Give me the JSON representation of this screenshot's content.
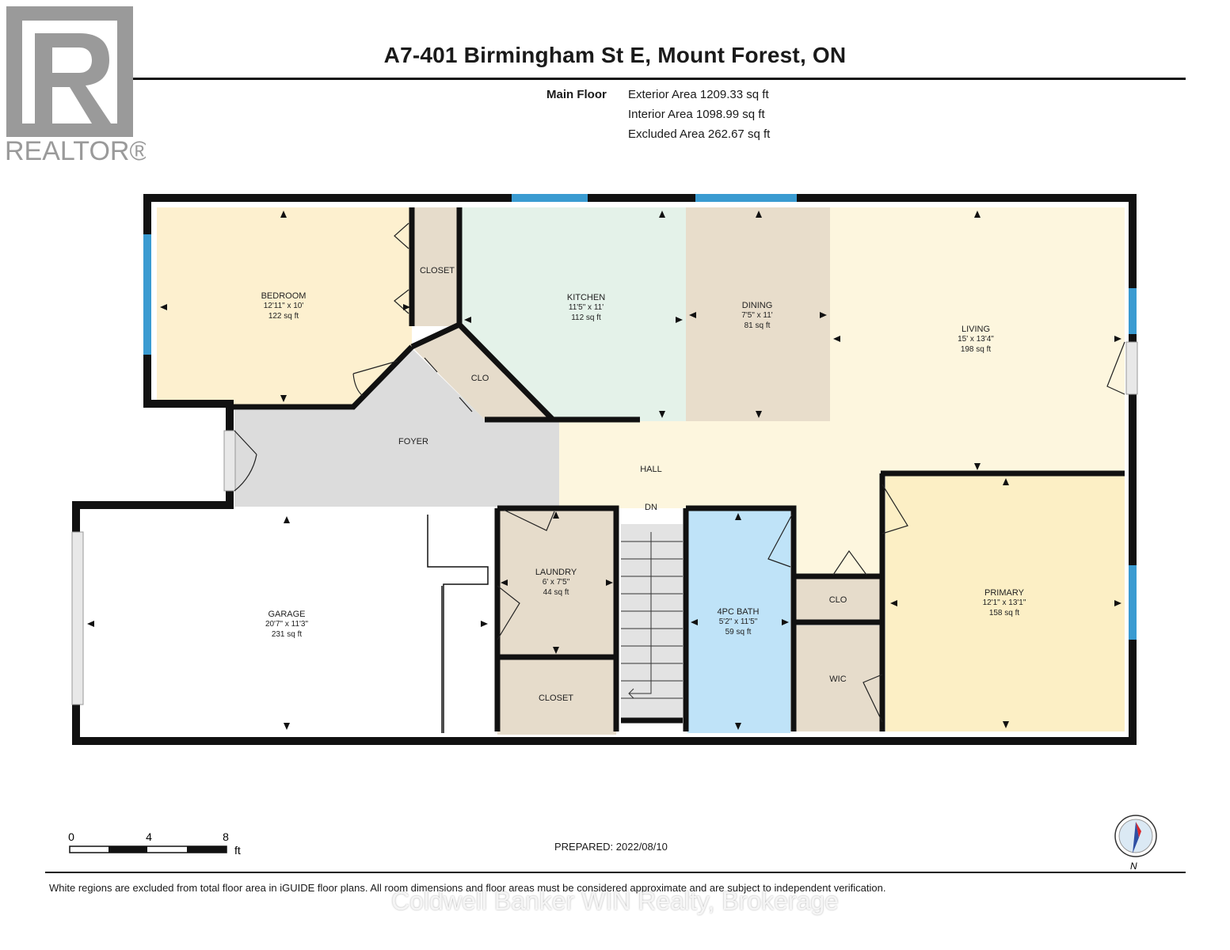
{
  "header": {
    "title": "A7-401 Birmingham St E, Mount Forest, ON",
    "floor_label": "Main Floor",
    "areas": [
      "Exterior Area 1209.33 sq ft",
      "Interior Area 1098.99 sq ft",
      "Excluded Area 262.67 sq ft"
    ]
  },
  "logo": {
    "text": "REALTOR®"
  },
  "rooms": {
    "bedroom": {
      "name": "BEDROOM",
      "dims": "12'11\" x 10'",
      "area": "122 sq ft"
    },
    "closet_top": {
      "name": "CLOSET"
    },
    "kitchen": {
      "name": "KITCHEN",
      "dims": "11'5\" x 11'",
      "area": "112 sq ft"
    },
    "dining": {
      "name": "DINING",
      "dims": "7'5\" x 11'",
      "area": "81 sq ft"
    },
    "living": {
      "name": "LIVING",
      "dims": "15' x 13'4\"",
      "area": "198 sq ft"
    },
    "clo_foyer": {
      "name": "CLO"
    },
    "foyer": {
      "name": "FOYER"
    },
    "hall": {
      "name": "HALL"
    },
    "dn": {
      "name": "DN"
    },
    "garage": {
      "name": "GARAGE",
      "dims": "20'7\" x 11'3\"",
      "area": "231 sq ft"
    },
    "laundry": {
      "name": "LAUNDRY",
      "dims": "6' x 7'5\"",
      "area": "44 sq ft"
    },
    "closet_bottom": {
      "name": "CLOSET"
    },
    "bath": {
      "name": "4PC BATH",
      "dims": "5'2\" x 11'5\"",
      "area": "59 sq ft"
    },
    "clo_primary": {
      "name": "CLO"
    },
    "wic": {
      "name": "WIC"
    },
    "primary": {
      "name": "PRIMARY",
      "dims": "12'1\" x 13'1\"",
      "area": "158 sq ft"
    }
  },
  "scale": {
    "ticks": [
      "0",
      "4",
      "8"
    ],
    "unit": "ft"
  },
  "prepared": "PREPARED: 2022/08/10",
  "compass": {
    "label": "N"
  },
  "disclaimer": "White regions are excluded from total floor area in iGUIDE floor plans. All room dimensions and floor areas must be considered approximate and are subject to independent verification.",
  "watermark": "Coldwell Banker WIN Realty, Brokerage",
  "colors": {
    "wall": "#111111",
    "window": "#3a9bd1",
    "bedroom": "#fdf0cf",
    "kitchen": "#e4f2e9",
    "dining": "#e8ddcb",
    "living": "#fdf6de",
    "foyer": "#dcdcdc",
    "closet": "#e6dccb",
    "bath": "#bfe3f8",
    "primary": "#fcefc5"
  }
}
